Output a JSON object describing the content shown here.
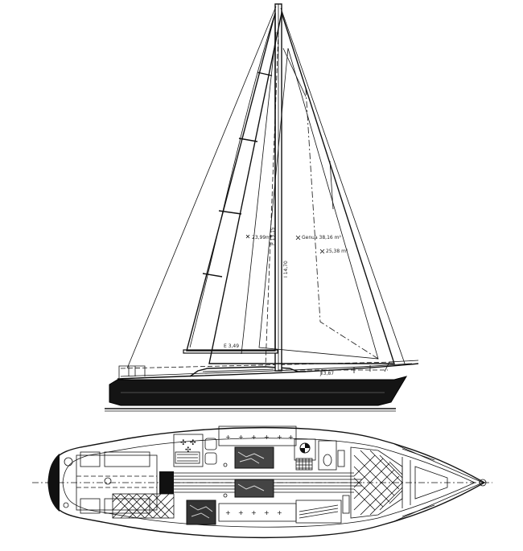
{
  "drawing": {
    "sail_area_main": "23,99m²",
    "sail_area_genoa": "Genua 38,16 m²",
    "sail_area_jib": "25,38 m²",
    "dim_p": "P 13,15",
    "dim_i": "I 14,70",
    "dim_e": "E 3,49",
    "dim_j": "J 3,87"
  }
}
